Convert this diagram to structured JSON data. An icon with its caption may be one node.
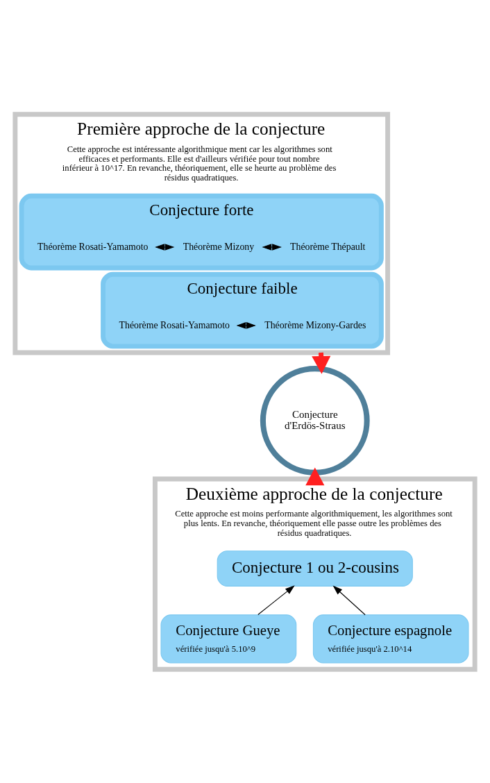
{
  "diagram": {
    "nodes": [
      {
        "text": [
          "Première approche de la conjecture",
          "Cette approche est intéressante algorithmique ment car les algorithmes sont efficaces et performants. Elle est d'ailleurs vérifiée pour tout nombre inférieur à 10^17. En revanche, théoriquement, elle se heurte au problème des résidus quadratiques."
        ]
      },
      {
        "text": [
          "Conjecture forte"
        ],
        "in": 0
      },
      {
        "text": [
          "Théorème Rosati-Yamamoto"
        ],
        "in": 1
      },
      {
        "text": [
          "Théorème Mizony"
        ],
        "in": 1
      },
      {
        "text": [
          "Théorème Thépault"
        ],
        "in": 1
      },
      {
        "text": [
          "Conjecture faible"
        ],
        "in": 0
      },
      {
        "text": [
          "Théorème Rosati-Yamamoto"
        ],
        "in": 5
      },
      {
        "text": [
          "Théorème Mizony-Gardes"
        ],
        "in": 5
      },
      {
        "text": [
          "Conjecture d'Erdös-Straus"
        ]
      },
      {
        "text": [
          "Deuxième approche de la conjecture",
          "Cette approche est moins performante algorithmiquement, les algorithmes sont plus lents. En revanche, théoriquement elle passe outre les problèmes des résidus quadratiques."
        ]
      },
      {
        "text": [
          "Conjecture 1 ou 2-cousins"
        ],
        "in": 9
      },
      {
        "text": [
          "Conjecture Gueye",
          "vérifiée jusqu'à 5.10^9"
        ],
        "in": 9
      },
      {
        "text": [
          "Conjecture espagnole",
          "vérifiée jusqu'à 2.10^14"
        ],
        "in": 9
      }
    ],
    "edges": [
      {
        "from": 2,
        "to": 3,
        "arrow": "both"
      },
      {
        "from": 3,
        "to": 4,
        "arrow": "both"
      },
      {
        "from": 6,
        "to": 7,
        "arrow": "both"
      },
      {
        "from": 0,
        "to": 8,
        "arrow": "to",
        "style": "thick",
        "color": "#ff2020"
      },
      {
        "from": 9,
        "to": 8,
        "arrow": "to",
        "style": "thick",
        "color": "#ff2020"
      },
      {
        "from": 11,
        "to": 10,
        "arrow": "to"
      },
      {
        "from": 12,
        "to": 10,
        "arrow": "to"
      }
    ]
  }
}
